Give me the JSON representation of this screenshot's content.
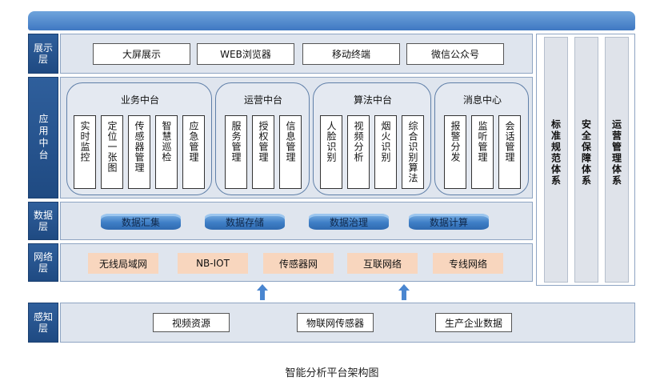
{
  "layers": {
    "display": "展示层",
    "application": "应用中台",
    "data": "数据层",
    "network": "网络层",
    "sensing": "感知层"
  },
  "display_items": [
    "大屏展示",
    "WEB浏览器",
    "移动终端",
    "微信公众号"
  ],
  "groups": [
    {
      "title": "业务中台",
      "items": [
        "实时监控",
        "定位一张图",
        "传感器管理",
        "智慧巡检",
        "应急管理"
      ]
    },
    {
      "title": "运营中台",
      "items": [
        "服务管理",
        "授权管理",
        "信息管理"
      ]
    },
    {
      "title": "算法中台",
      "items": [
        "人脸识别",
        "视频分析",
        "烟火识别",
        "综合识别算法"
      ]
    },
    {
      "title": "消息中心",
      "items": [
        "报警分发",
        "监听管理",
        "会话管理"
      ]
    }
  ],
  "data_items": [
    "数据汇集",
    "数据存储",
    "数据治理",
    "数据计算"
  ],
  "network_items": [
    "无线局域网",
    "NB-IOT",
    "传感器网",
    "互联网络",
    "专线网络"
  ],
  "sensing_items": [
    "视频资源",
    "物联网传感器",
    "生产企业数据"
  ],
  "side_systems": [
    "标准规范体系",
    "安全保障体系",
    "运营管理体系"
  ],
  "caption": "智能分析平台架构图",
  "colors": {
    "layer_label": "#2f5f9c",
    "panel": "#dfe5ee",
    "network_box": "#f8d6be",
    "cylinder": "#3f7fc6",
    "arrow": "#4a86d0"
  }
}
